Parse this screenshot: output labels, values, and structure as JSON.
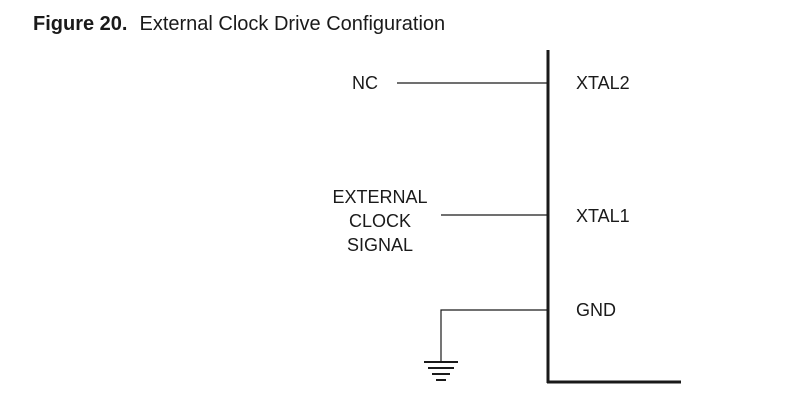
{
  "figure": {
    "number": "Figure 20.",
    "title": "External Clock Drive Configuration"
  },
  "pins": {
    "xtal2": "XTAL2",
    "xtal1": "XTAL1",
    "gnd": "GND"
  },
  "signals": {
    "nc": "NC",
    "external_clock": [
      "EXTERNAL",
      "CLOCK",
      "SIGNAL"
    ]
  },
  "icons": {
    "ground": "ground-symbol-icon"
  },
  "colors": {
    "line": "#1a1a1a",
    "text": "#1a1a1a"
  }
}
